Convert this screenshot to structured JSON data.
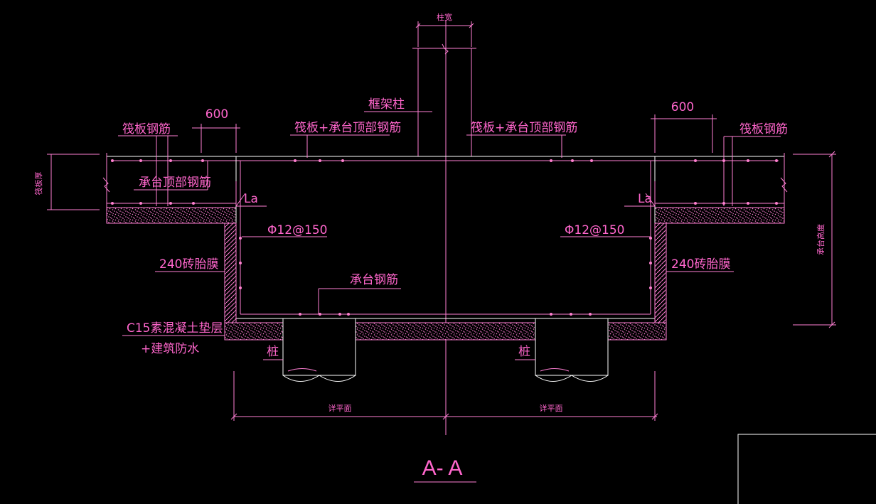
{
  "drawing": {
    "section_title": "A- A",
    "labels": {
      "column_width": "柱宽",
      "frame_column": "框架柱",
      "raft_rebar_left": "筏板钢筋",
      "raft_rebar_right": "筏板钢筋",
      "raft_cap_top_rebar_left": "筏板+承台顶部钢筋",
      "raft_cap_top_rebar_right": "筏板+承台顶部钢筋",
      "cap_top_rebar": "承台顶部钢筋",
      "dim_600_left": "600",
      "dim_600_right": "600",
      "la_left": "La",
      "la_right": "La",
      "phi12_left": "Φ12@150",
      "phi12_right": "Φ12@150",
      "brick_mold_left": "240砖胎膜",
      "brick_mold_right": "240砖胎膜",
      "cap_rebar": "承台钢筋",
      "c15_cushion": "C15素混凝土垫层",
      "waterproof": "+建筑防水",
      "pile_left": "桩",
      "pile_right": "桩",
      "raft_thickness": "筏板厚",
      "cap_height": "承台高度",
      "section_left": "详平面",
      "section_right": "详平面"
    }
  },
  "colors": {
    "background": "#000000",
    "annotation": "#ff66cc",
    "outline": "#ffffff"
  }
}
